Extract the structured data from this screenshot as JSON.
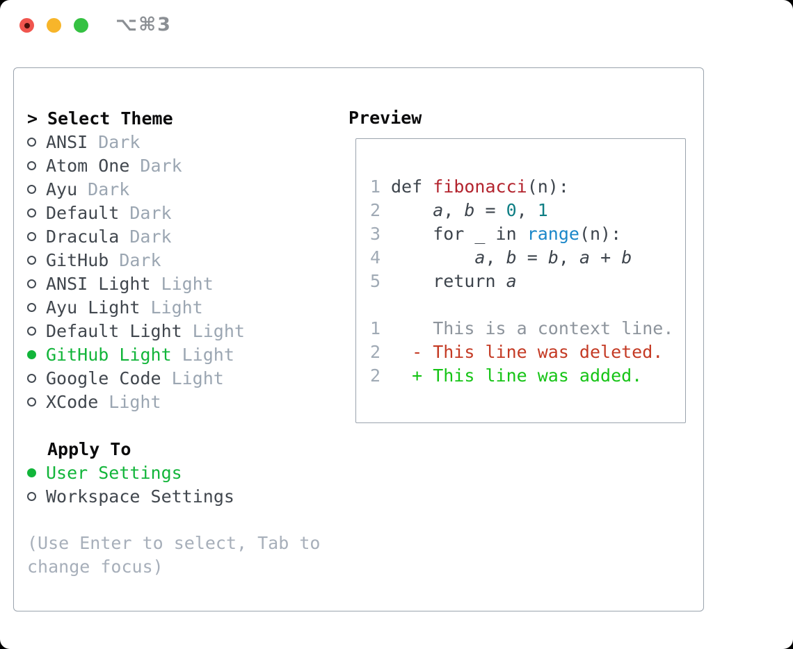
{
  "window": {
    "title": "⌥⌘3"
  },
  "theme_selector": {
    "header_prefix": ">",
    "header": "Select Theme",
    "items": [
      {
        "name": "ANSI",
        "variant": "Dark",
        "selected": false
      },
      {
        "name": "Atom One",
        "variant": "Dark",
        "selected": false
      },
      {
        "name": "Ayu",
        "variant": "Dark",
        "selected": false
      },
      {
        "name": "Default",
        "variant": "Dark",
        "selected": false
      },
      {
        "name": "Dracula",
        "variant": "Dark",
        "selected": false
      },
      {
        "name": "GitHub",
        "variant": "Dark",
        "selected": false
      },
      {
        "name": "ANSI Light",
        "variant": "Light",
        "selected": false
      },
      {
        "name": "Ayu Light",
        "variant": "Light",
        "selected": false
      },
      {
        "name": "Default Light",
        "variant": "Light",
        "selected": false
      },
      {
        "name": "GitHub Light",
        "variant": "Light",
        "selected": true
      },
      {
        "name": "Google Code",
        "variant": "Light",
        "selected": false
      },
      {
        "name": "XCode",
        "variant": "Light",
        "selected": false
      }
    ]
  },
  "apply_to": {
    "header": "Apply To",
    "items": [
      {
        "label": "User Settings",
        "selected": true
      },
      {
        "label": "Workspace Settings",
        "selected": false
      }
    ]
  },
  "hint": "(Use Enter to select, Tab to change focus)",
  "preview": {
    "title": "Preview",
    "lines": [
      {
        "num": "1",
        "segments": [
          {
            "t": "def ",
            "s": "plain"
          },
          {
            "t": "fibonacci",
            "s": "func"
          },
          {
            "t": "(n):",
            "s": "plain"
          }
        ]
      },
      {
        "num": "2",
        "segments": [
          {
            "t": "    ",
            "s": "plain"
          },
          {
            "t": "a",
            "s": "var"
          },
          {
            "t": ", ",
            "s": "plain"
          },
          {
            "t": "b",
            "s": "var"
          },
          {
            "t": " = ",
            "s": "plain"
          },
          {
            "t": "0",
            "s": "number"
          },
          {
            "t": ", ",
            "s": "plain"
          },
          {
            "t": "1",
            "s": "number"
          }
        ]
      },
      {
        "num": "3",
        "segments": [
          {
            "t": "    for _ in ",
            "s": "plain"
          },
          {
            "t": "range",
            "s": "builtin"
          },
          {
            "t": "(n):",
            "s": "plain"
          }
        ]
      },
      {
        "num": "4",
        "segments": [
          {
            "t": "        ",
            "s": "plain"
          },
          {
            "t": "a",
            "s": "var"
          },
          {
            "t": ", ",
            "s": "plain"
          },
          {
            "t": "b",
            "s": "var"
          },
          {
            "t": " = ",
            "s": "plain"
          },
          {
            "t": "b",
            "s": "var"
          },
          {
            "t": ", ",
            "s": "plain"
          },
          {
            "t": "a",
            "s": "var"
          },
          {
            "t": " + ",
            "s": "plain"
          },
          {
            "t": "b",
            "s": "var"
          }
        ]
      },
      {
        "num": "5",
        "segments": [
          {
            "t": "    return ",
            "s": "plain"
          },
          {
            "t": "a",
            "s": "var"
          }
        ]
      },
      {
        "num": "",
        "segments": []
      },
      {
        "num": "1",
        "segments": [
          {
            "t": "    This is a context line.",
            "s": "context"
          }
        ]
      },
      {
        "num": "2",
        "segments": [
          {
            "t": "  - This line was deleted.",
            "s": "deleted"
          }
        ]
      },
      {
        "num": "2",
        "segments": [
          {
            "t": "  + This line was added.",
            "s": "added"
          }
        ]
      }
    ]
  },
  "colors": {
    "accent_green": "#12b53a",
    "added_green": "#16c416",
    "deleted_red": "#c43a24",
    "function_red": "#b3242e",
    "number_teal": "#0e7e84",
    "builtin_blue": "#1b87c9",
    "muted_gray": "#a0aab5",
    "border_gray": "#9aa3ad",
    "traffic_red": "#f0554e",
    "traffic_yellow": "#f7b52a",
    "traffic_green": "#35c142"
  }
}
